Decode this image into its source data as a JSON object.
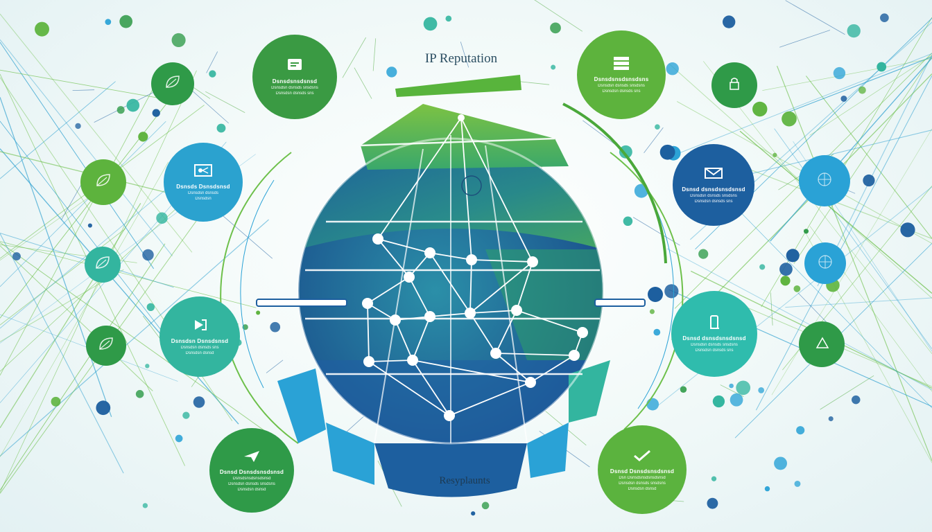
{
  "title": "IP Reputation",
  "bottom_label": "Resyplaunts",
  "colors": {
    "green": "#4aa83a",
    "dark_green": "#2f9a48",
    "teal": "#2fb5a2",
    "blue": "#1f63a8",
    "light_blue": "#2aa2d6",
    "line": "#2c9fcf"
  },
  "bubbles": [
    {
      "id": "top-left",
      "color": "#3a9a43",
      "icon": "document-icon",
      "title": "Dsnsdsnsdsnsd",
      "lines": [
        "Dsnsdsn dsnsds snsdsns",
        "Dsnsdsn dsnsds sns"
      ]
    },
    {
      "id": "top-right",
      "color": "#5db33d",
      "icon": "server-icon",
      "title": "Dsnsdsnsdsnsdsns",
      "lines": [
        "Dsnsdsn dsnsds snsdsns",
        "Dsnsdsn dsnsds sns"
      ]
    },
    {
      "id": "mid-left",
      "color": "#2ba2cf",
      "icon": "network-icon",
      "title": "Dsnsds Dsnsdsnsd",
      "lines": [
        "Dsnsdsn dsnsds",
        "Dsnsdsn"
      ]
    },
    {
      "id": "mid-right",
      "color": "#1d5f9f",
      "icon": "mail-icon",
      "title": "Dsnsd dsnsdsnsdsnsd",
      "lines": [
        "Dsnsdsn dsnsds snsdsns",
        "Dsnsdsn dsnsds sns"
      ]
    },
    {
      "id": "low-left",
      "color": "#33b59f",
      "icon": "shield-icon",
      "title": "Dsnsdsn Dsnsdsnsd",
      "lines": [
        "Dsnsdsn dsnsds sns",
        "Dsnsdsn dsnsd"
      ]
    },
    {
      "id": "low-right",
      "color": "#2fbcad",
      "icon": "phone-icon",
      "title": "Dsnsd dsnsdsnsdsnsd",
      "lines": [
        "Dsnsdsn dsnsds snsdsns",
        "Dsnsdsn dsnsds sns"
      ]
    },
    {
      "id": "bot-left",
      "color": "#2f9a48",
      "icon": "send-icon",
      "title": "Dsnsd Dsnsdsnsdsnsd",
      "lines": [
        "Dsnsdsnsdsnsdsnsd",
        "Dsnsdsn dsnsds snsdsns",
        "Dsnsdsn dsnsd"
      ]
    },
    {
      "id": "bot-right",
      "color": "#5bb33e",
      "icon": "check-icon",
      "title": "Dsnsd Dsnsdsnsdsnsd",
      "lines": [
        "Dsn Dsnsdsnsdsnsdsnsd",
        "Dsnsdsn dsnsds snsdsns",
        "Dsnsdsn dsnsd"
      ]
    }
  ],
  "small_circles": [
    {
      "id": "s1",
      "color": "#2f9a48",
      "icon": "leaf-icon"
    },
    {
      "id": "s2",
      "color": "#5db33d",
      "icon": "leaf-icon"
    },
    {
      "id": "s3",
      "color": "#33b59f",
      "icon": "leaf-icon"
    },
    {
      "id": "s4",
      "color": "#2f9a48",
      "icon": "leaf-icon"
    },
    {
      "id": "s5",
      "color": "#2f9a48",
      "icon": "lock-icon"
    },
    {
      "id": "s6",
      "color": "#2aa2d6",
      "icon": "globe-icon"
    },
    {
      "id": "s7",
      "color": "#2aa2d6",
      "icon": "globe-icon"
    },
    {
      "id": "s8",
      "color": "#2f9a48",
      "icon": "tag-icon"
    }
  ]
}
